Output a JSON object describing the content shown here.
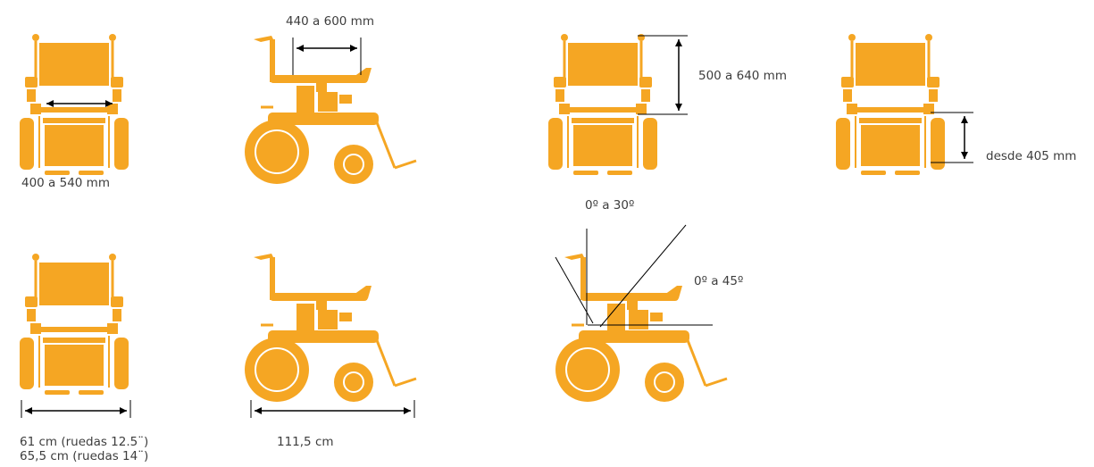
{
  "colors": {
    "wheelchair": "#F5A623",
    "dimension_line": "#000000",
    "text": "#3d3d3d"
  },
  "labels": {
    "seat_width": "400 a 540 mm",
    "seat_depth": "440 a 600 mm",
    "backrest_height": "500 a 640 mm",
    "seat_height": "desde 405 mm",
    "total_width_line1": "61 cm (ruedas 12.5¨)",
    "total_width_line2": "65,5 cm (ruedas 14¨)",
    "total_length": "111,5 cm",
    "backrest_angle": "0º a 30º",
    "seat_tilt": "0º a 45º"
  }
}
